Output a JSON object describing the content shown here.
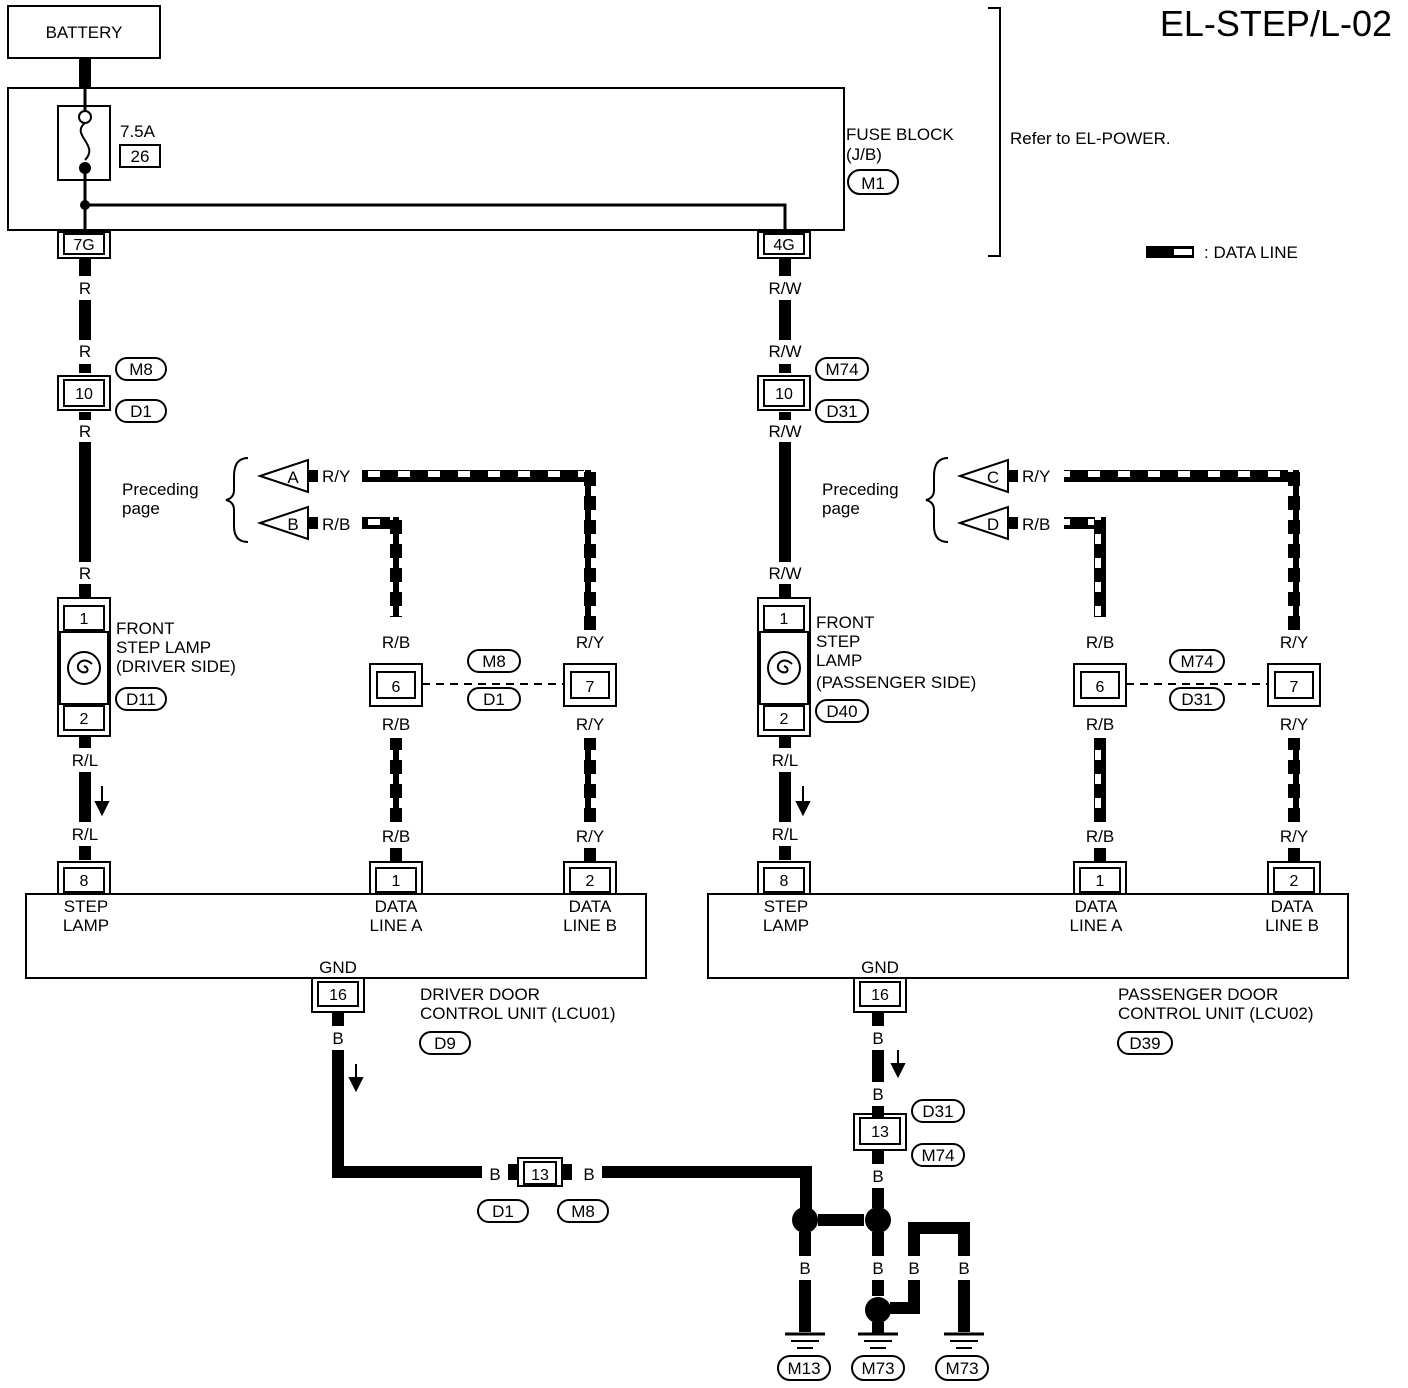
{
  "title": "EL-STEP/L-02",
  "battery": "BATTERY",
  "fuse": {
    "rating": "7.5A",
    "number": "26"
  },
  "fuse_block": {
    "line1": "FUSE BLOCK",
    "line2": "(J/B)",
    "connector": "M1",
    "pin_left": "7G",
    "pin_right": "4G"
  },
  "refer": "Refer to EL-POWER.",
  "legend": ": DATA LINE",
  "preceding": {
    "line1": "Preceding",
    "line2": "page"
  },
  "left": {
    "wire_top": "R",
    "wire_r": "R",
    "wire_r2": "R",
    "wire_r3": "R",
    "conn_a": "M8",
    "conn_b": "D1",
    "conn_pin": "10",
    "lamp": {
      "line1": "FRONT",
      "line2": "STEP LAMP",
      "line3": "(DRIVER SIDE)",
      "connector": "D11",
      "pin1": "1",
      "pin2": "2"
    },
    "arrow_a": "A",
    "arrow_b": "B",
    "wire_ry": "R/Y",
    "wire_rb": "R/B",
    "mid_pin6": "6",
    "mid_pin7": "7",
    "mid_conn_a": "M8",
    "mid_conn_b": "D1",
    "wire_rl": "R/L",
    "unit": {
      "pin8": "8",
      "pin1": "1",
      "pin2": "2",
      "pin16": "16",
      "step1": "STEP",
      "step2": "LAMP",
      "data_a1": "DATA",
      "data_a2": "LINE A",
      "data_b1": "DATA",
      "data_b2": "LINE B",
      "gnd": "GND",
      "name1": "DRIVER DOOR",
      "name2": "CONTROL UNIT (LCU01)",
      "connector": "D9"
    },
    "wire_b": "B"
  },
  "right": {
    "wire_top": "R/W",
    "conn_a": "M74",
    "conn_b": "D31",
    "conn_pin": "10",
    "lamp": {
      "line1": "FRONT",
      "line2": "STEP",
      "line3": "LAMP",
      "line4": "(PASSENGER SIDE)",
      "connector": "D40",
      "pin1": "1",
      "pin2": "2"
    },
    "arrow_c": "C",
    "arrow_d": "D",
    "wire_ry": "R/Y",
    "wire_rb": "R/B",
    "mid_pin6": "6",
    "mid_pin7": "7",
    "mid_conn_a": "M74",
    "mid_conn_b": "D31",
    "wire_rl": "R/L",
    "unit": {
      "pin8": "8",
      "pin1": "1",
      "pin2": "2",
      "pin16": "16",
      "step1": "STEP",
      "step2": "LAMP",
      "data_a1": "DATA",
      "data_a2": "LINE A",
      "data_b1": "DATA",
      "data_b2": "LINE B",
      "gnd": "GND",
      "name1": "PASSENGER DOOR",
      "name2": "CONTROL UNIT (LCU02)",
      "connector": "D39"
    },
    "wire_b": "B"
  },
  "ground": {
    "joint_pin": "13",
    "joint_conn_a": "D1",
    "joint_conn_b": "M8",
    "right_joint_pin": "13",
    "right_conn_a": "D31",
    "right_conn_b": "M74",
    "wire_b": "B",
    "g1": "M13",
    "g2": "M73",
    "g3": "M73"
  }
}
